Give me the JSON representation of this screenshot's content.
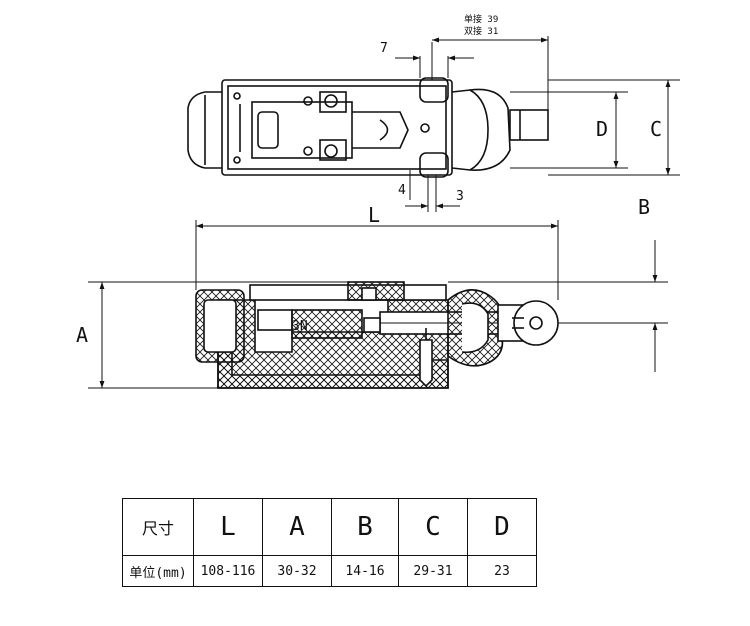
{
  "drawing": {
    "top_labels": {
      "line1": "单接 39",
      "line2": "双接 31"
    },
    "dims": {
      "seven": "7",
      "four": "4",
      "three": "3",
      "L": "L",
      "A": "A",
      "B": "B",
      "C": "C",
      "D": "D"
    }
  },
  "table": {
    "header": [
      "尺寸",
      "L",
      "A",
      "B",
      "C",
      "D"
    ],
    "row": [
      "单位(mm)",
      "108-116",
      "30-32",
      "14-16",
      "29-31",
      "23"
    ]
  }
}
